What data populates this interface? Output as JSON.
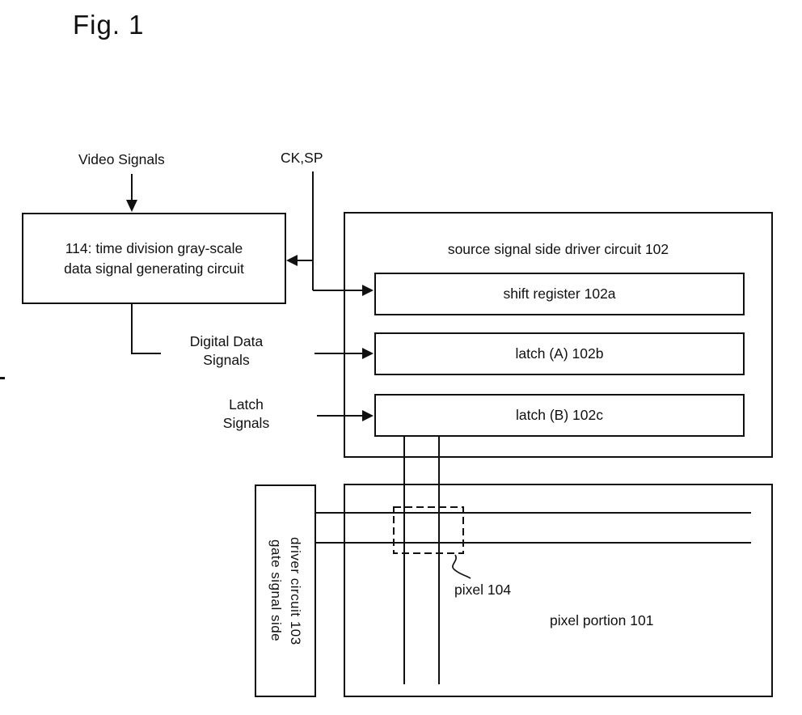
{
  "figure": {
    "title": "Fig. 1"
  },
  "labels": {
    "video_signals": "Video Signals",
    "ck_sp": "CK,SP",
    "digital_data": [
      "Digital Data",
      "Signals"
    ],
    "latch_signals": [
      "Latch",
      "Signals"
    ],
    "pixel_104": "pixel 104"
  },
  "blocks": {
    "box_114": [
      "114: time division gray-scale",
      "data signal generating circuit"
    ],
    "source_driver": "source signal side driver circuit 102",
    "shift_register": "shift register 102a",
    "latch_a": "latch (A) 102b",
    "latch_b": "latch (B) 102c",
    "gate_driver": [
      "gate signal side",
      "driver circuit 103"
    ],
    "pixel_portion": "pixel portion 101"
  },
  "colors": {
    "ink": "#111111",
    "background": "#ffffff"
  }
}
